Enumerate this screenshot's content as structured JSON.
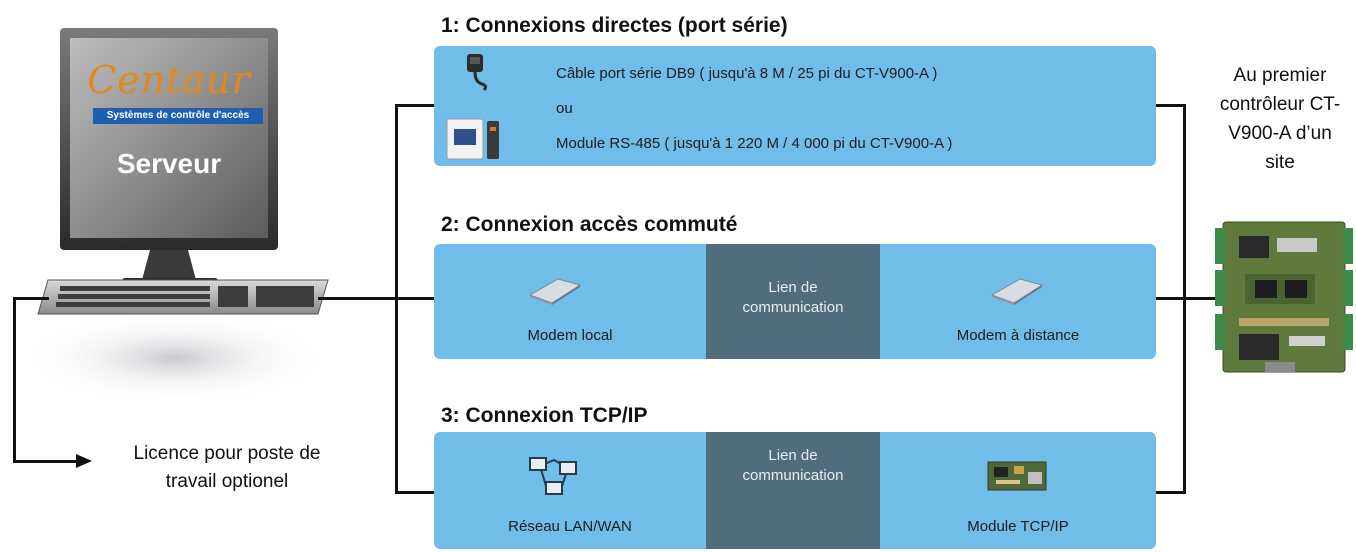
{
  "server": {
    "brand": "Centaur",
    "tagline": "Systèmes de contrôle d'accès",
    "label": "Serveur"
  },
  "sections": [
    {
      "title": "1: Connexions directes (port série)",
      "line1": "Câble port série DB9 ( jusqu'à 8 M / 25 pi du CT-V900-A )",
      "or": "ou",
      "line2": "Module RS-485 ( jusqu'à 1 220 M / 4 000 pi du CT-V900-A )"
    },
    {
      "title": "2: Connexion accès commuté",
      "left": "Modem local",
      "middle": "Lien de communication",
      "right": "Modem à distance"
    },
    {
      "title": "3: Connexion TCP/IP",
      "left": "Réseau LAN/WAN",
      "middle": "Lien de communication",
      "right": "Module TCP/IP"
    }
  ],
  "right_label": "Au premier contrôleur CT-V900-A d’un site",
  "license_label": "Licence pour poste de travail optionel",
  "colors": {
    "panel": "#71bde9",
    "link": "#4f6d7c",
    "brand": "#e08a1e",
    "tagline_bg": "#1f5fb0"
  },
  "icons": [
    "db9-connector-icon",
    "rs485-module-icon",
    "modem-icon",
    "network-icon",
    "tcpip-module-icon",
    "controller-board-icon",
    "server-computer-icon",
    "arrow-right-icon"
  ]
}
